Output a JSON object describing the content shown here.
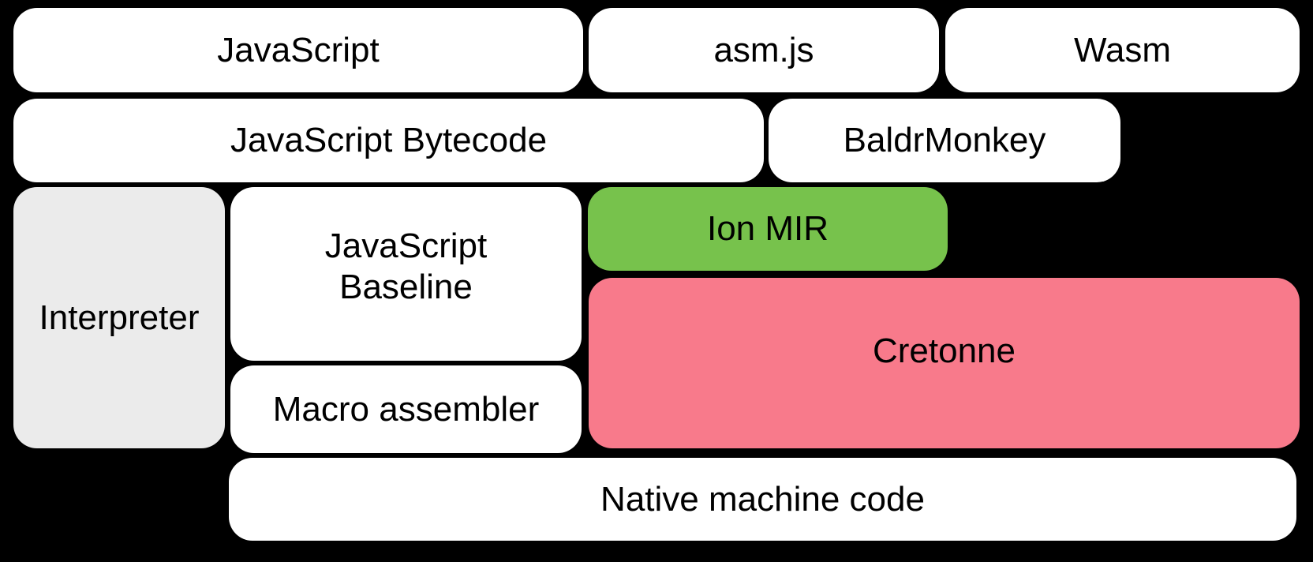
{
  "diagram": {
    "background": "#000000",
    "colors": {
      "box_default": "#ffffff",
      "interpreter_gray": "#ebebeb",
      "ion_green": "#77c24c",
      "cretonne_pink": "#f87a8b",
      "text": "#000000"
    },
    "nodes": [
      {
        "id": "javascript",
        "label": "JavaScript",
        "fill": "#ffffff"
      },
      {
        "id": "asmjs",
        "label": "asm.js",
        "fill": "#ffffff"
      },
      {
        "id": "wasm",
        "label": "Wasm",
        "fill": "#ffffff"
      },
      {
        "id": "javascript-bytecode",
        "label": "JavaScript Bytecode",
        "fill": "#ffffff"
      },
      {
        "id": "baldrmonkey",
        "label": "BaldrMonkey",
        "fill": "#ffffff"
      },
      {
        "id": "interpreter",
        "label": "Interpreter",
        "fill": "#ebebeb"
      },
      {
        "id": "javascript-baseline",
        "label": "JavaScript\nBaseline",
        "fill": "#ffffff"
      },
      {
        "id": "ion-mir",
        "label": "Ion MIR",
        "fill": "#77c24c"
      },
      {
        "id": "cretonne",
        "label": "Cretonne",
        "fill": "#f87a8b"
      },
      {
        "id": "macro-assembler",
        "label": "Macro assembler",
        "fill": "#ffffff"
      },
      {
        "id": "native-machine-code",
        "label": "Native machine code",
        "fill": "#ffffff"
      }
    ]
  }
}
